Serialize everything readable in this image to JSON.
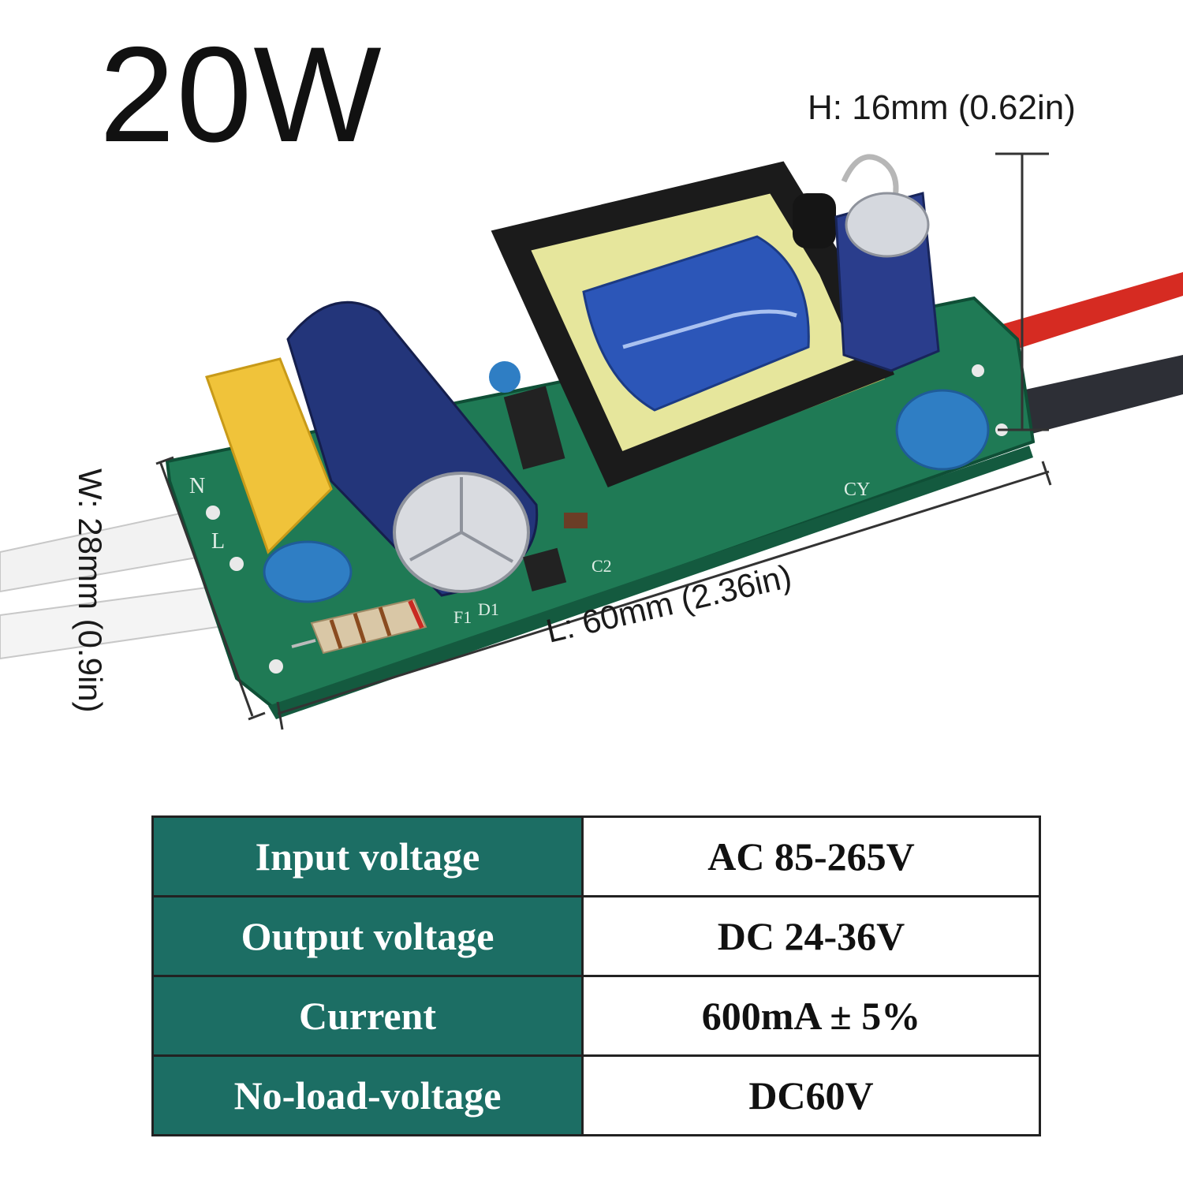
{
  "title": "20W",
  "dimensions": {
    "height": "H: 16mm (0.62in)",
    "length": "L: 60mm (2.36in)",
    "width": "W: 28mm (0.9in)"
  },
  "pcb_labels": {
    "n": "N",
    "l": "L",
    "cy": "CY",
    "c2": "C2",
    "f1": "F1",
    "d1": "D1"
  },
  "colors": {
    "table_header": "#1c6e64",
    "pcb": "#1f7a55",
    "capacitor": "#23357a",
    "coil": "#2c56b8"
  },
  "specs": [
    {
      "label": "Input voltage",
      "value": "AC 85-265V"
    },
    {
      "label": "Output voltage",
      "value": "DC 24-36V"
    },
    {
      "label": "Current",
      "value": "600mA ± 5%"
    },
    {
      "label": "No-load-voltage",
      "value": "DC60V"
    }
  ]
}
